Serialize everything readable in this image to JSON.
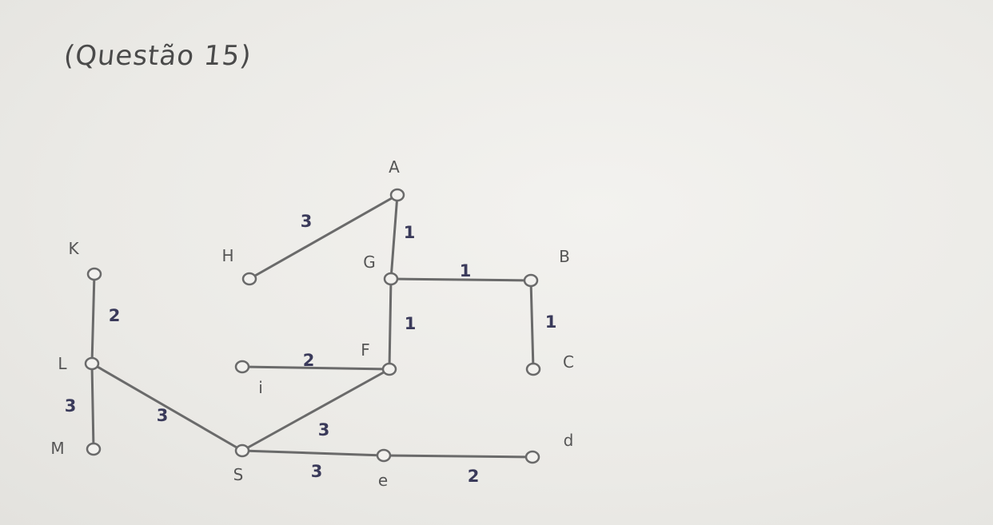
{
  "title": "(Questão 15)",
  "nodes": [
    {
      "id": "A",
      "label": "A"
    },
    {
      "id": "H",
      "label": "H"
    },
    {
      "id": "G",
      "label": "G"
    },
    {
      "id": "B",
      "label": "B"
    },
    {
      "id": "K",
      "label": "K"
    },
    {
      "id": "F",
      "label": "F"
    },
    {
      "id": "C",
      "label": "C"
    },
    {
      "id": "L",
      "label": "L"
    },
    {
      "id": "i",
      "label": "i"
    },
    {
      "id": "M",
      "label": "M"
    },
    {
      "id": "S",
      "label": "S"
    },
    {
      "id": "e",
      "label": "e"
    },
    {
      "id": "d",
      "label": "d"
    }
  ],
  "edges": [
    {
      "from": "H",
      "to": "A",
      "weight": "3"
    },
    {
      "from": "A",
      "to": "G",
      "weight": "1"
    },
    {
      "from": "G",
      "to": "B",
      "weight": "1"
    },
    {
      "from": "B",
      "to": "C",
      "weight": "1"
    },
    {
      "from": "G",
      "to": "F",
      "weight": "1"
    },
    {
      "from": "i",
      "to": "F",
      "weight": "2"
    },
    {
      "from": "K",
      "to": "L",
      "weight": "2"
    },
    {
      "from": "L",
      "to": "M",
      "weight": "3"
    },
    {
      "from": "L",
      "to": "S",
      "weight": "3"
    },
    {
      "from": "S",
      "to": "F",
      "weight": "3"
    },
    {
      "from": "S",
      "to": "e",
      "weight": "3"
    },
    {
      "from": "e",
      "to": "d",
      "weight": "2"
    }
  ]
}
